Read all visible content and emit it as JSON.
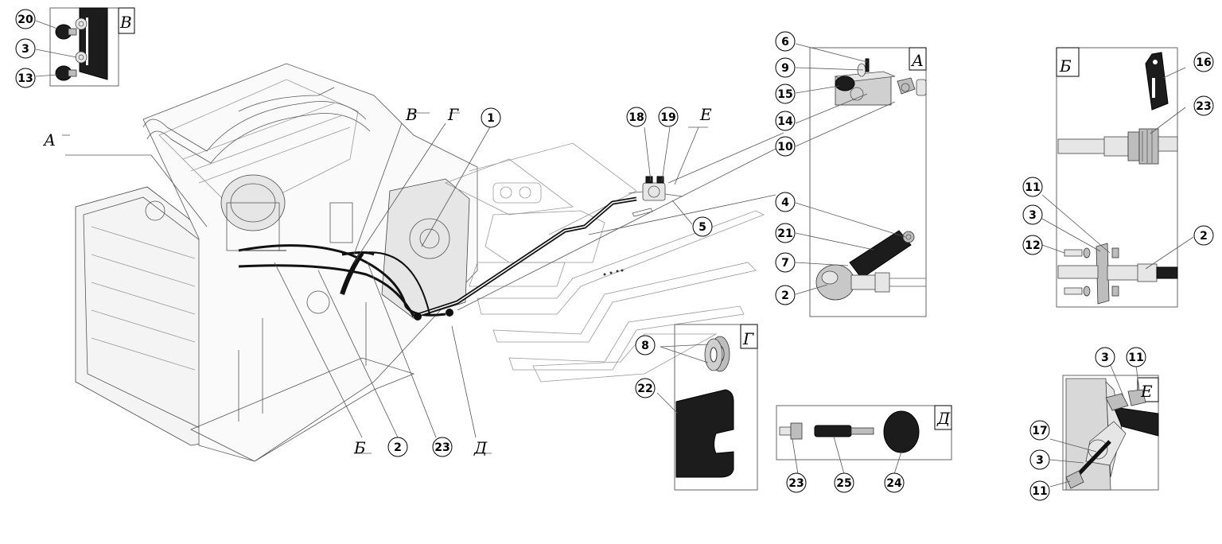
{
  "view_labels": {
    "A": "А",
    "B": "Б",
    "V": "В",
    "G": "Г",
    "D": "Д",
    "E": "Е"
  },
  "main_callouts": [
    "1",
    "2",
    "23"
  ],
  "inset_a_callouts": [
    "6",
    "9",
    "15",
    "14",
    "10",
    "4",
    "21",
    "7",
    "2"
  ],
  "valve_callouts": [
    "18",
    "19",
    "5"
  ],
  "inset_b_callouts": [
    "16",
    "23",
    "11",
    "3",
    "12",
    "2"
  ],
  "inset_v_callouts": [
    "20",
    "3",
    "13"
  ],
  "inset_g_callouts": [
    "8",
    "22"
  ],
  "inset_d_callouts": [
    "23",
    "25",
    "24"
  ],
  "inset_e_callouts": [
    "3",
    "11",
    "17",
    "3",
    "11"
  ],
  "colors": {
    "line": "#000000",
    "part_dark": "#1c1c1c",
    "part_grey": "#bdbdbd",
    "background": "#ffffff"
  }
}
